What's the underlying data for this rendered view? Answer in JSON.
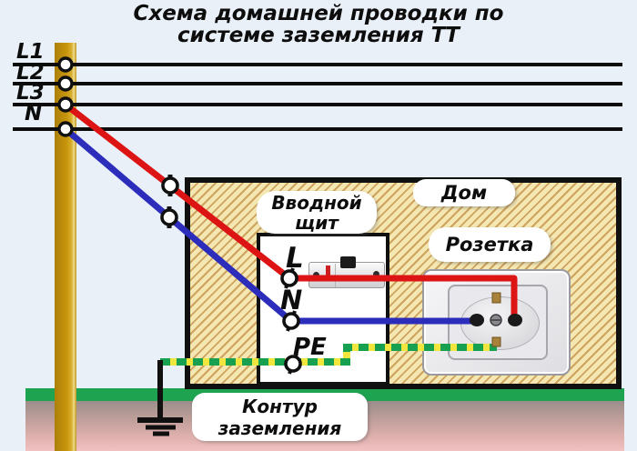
{
  "title": {
    "line1": "Схема домашней проводки по",
    "line2": "системе заземления ТТ"
  },
  "power_lines": {
    "labels": [
      "L1",
      "L2",
      "L3",
      "N"
    ]
  },
  "house": {
    "label": "Дом"
  },
  "panel": {
    "label_line1": "Вводной",
    "label_line2": "щит",
    "terminal_l": "L",
    "terminal_n": "N",
    "terminal_pe": "PE"
  },
  "socket": {
    "label": "Розетка"
  },
  "ground": {
    "label_line1": "Контур",
    "label_line2": "заземления"
  },
  "colors": {
    "phase_wire": "#dc1414",
    "neutral_wire": "#2d2dbb",
    "pe_wire_green": "#17a04f",
    "pe_wire_yellow": "#f0e63e",
    "pole": "#c8960c",
    "grass": "#1ea351",
    "earth_top": "#9b8e8b",
    "earth_bottom": "#f0c2c1",
    "house_hatch_bg": "#f5e7b2",
    "house_hatch_line": "#cda35e",
    "background": "#e9f0f8"
  }
}
